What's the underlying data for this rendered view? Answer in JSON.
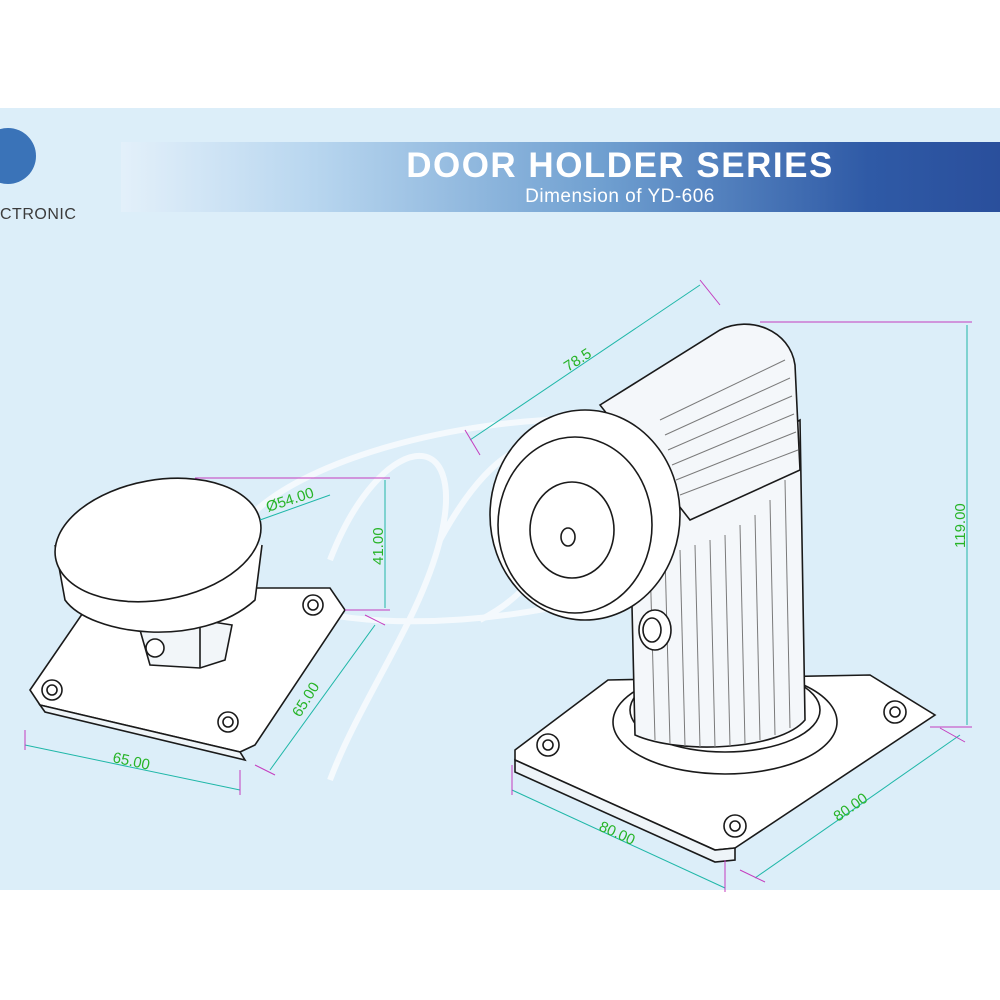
{
  "header": {
    "title": "DOOR HOLDER SERIES",
    "subtitle": "Dimension of YD-606",
    "brand": "CTRONIC"
  },
  "left_drawing": {
    "dim_diameter": "Ø54.00",
    "dim_height": "41.00",
    "dim_depth": "65.00",
    "dim_width": "65.00"
  },
  "right_drawing": {
    "dim_reach": "78.5",
    "dim_height": "119.00",
    "dim_width": "80.00",
    "dim_depth": "80.00"
  },
  "colors": {
    "panel": "#dceef9",
    "dimension_text": "#27b427",
    "dimension_line": "#1fb7a8",
    "extension_line": "#c43cbf",
    "outline": "#1a1a1a"
  }
}
